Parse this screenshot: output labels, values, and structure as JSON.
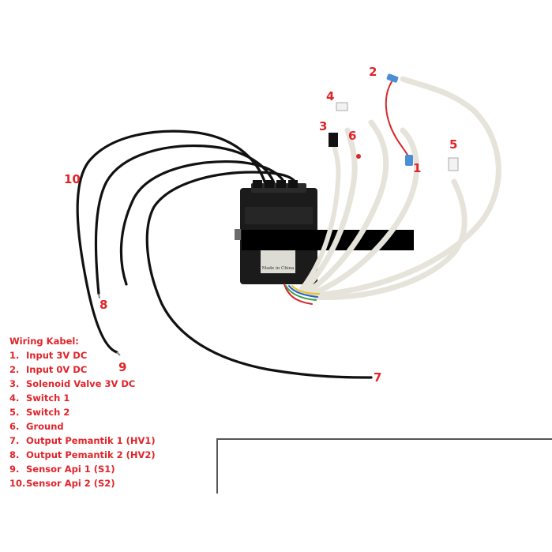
{
  "diagram": {
    "module_text": [
      "Made in China"
    ],
    "callouts": [
      "1",
      "2",
      "3",
      "4",
      "5",
      "6",
      "7",
      "8",
      "9",
      "10"
    ]
  },
  "legend": {
    "title": "Wiring Kabel:",
    "items": [
      {
        "num": "1.",
        "label": "Input 3V DC"
      },
      {
        "num": "2.",
        "label": "Input 0V DC"
      },
      {
        "num": "3.",
        "label": "Solenoid Valve 3V DC"
      },
      {
        "num": "4.",
        "label": "Switch 1"
      },
      {
        "num": "5.",
        "label": "Switch 2"
      },
      {
        "num": "6.",
        "label": "Ground"
      },
      {
        "num": "7.",
        "label": "Output Pemantik 1 (HV1)"
      },
      {
        "num": "8.",
        "label": "Output Pemantik 2 (HV2)"
      },
      {
        "num": "9.",
        "label": "Sensor Api 1 (S1)"
      },
      {
        "num": "10.",
        "label": "Sensor Api 2 (S2)"
      }
    ]
  },
  "colors": {
    "callout": "#e0242a",
    "wire_black": "#111111",
    "wire_sleeve": "#e6e3da",
    "module": "#1b1b1b",
    "wire_red": "#d8262a",
    "terminal_blue": "#4a8fd6"
  }
}
